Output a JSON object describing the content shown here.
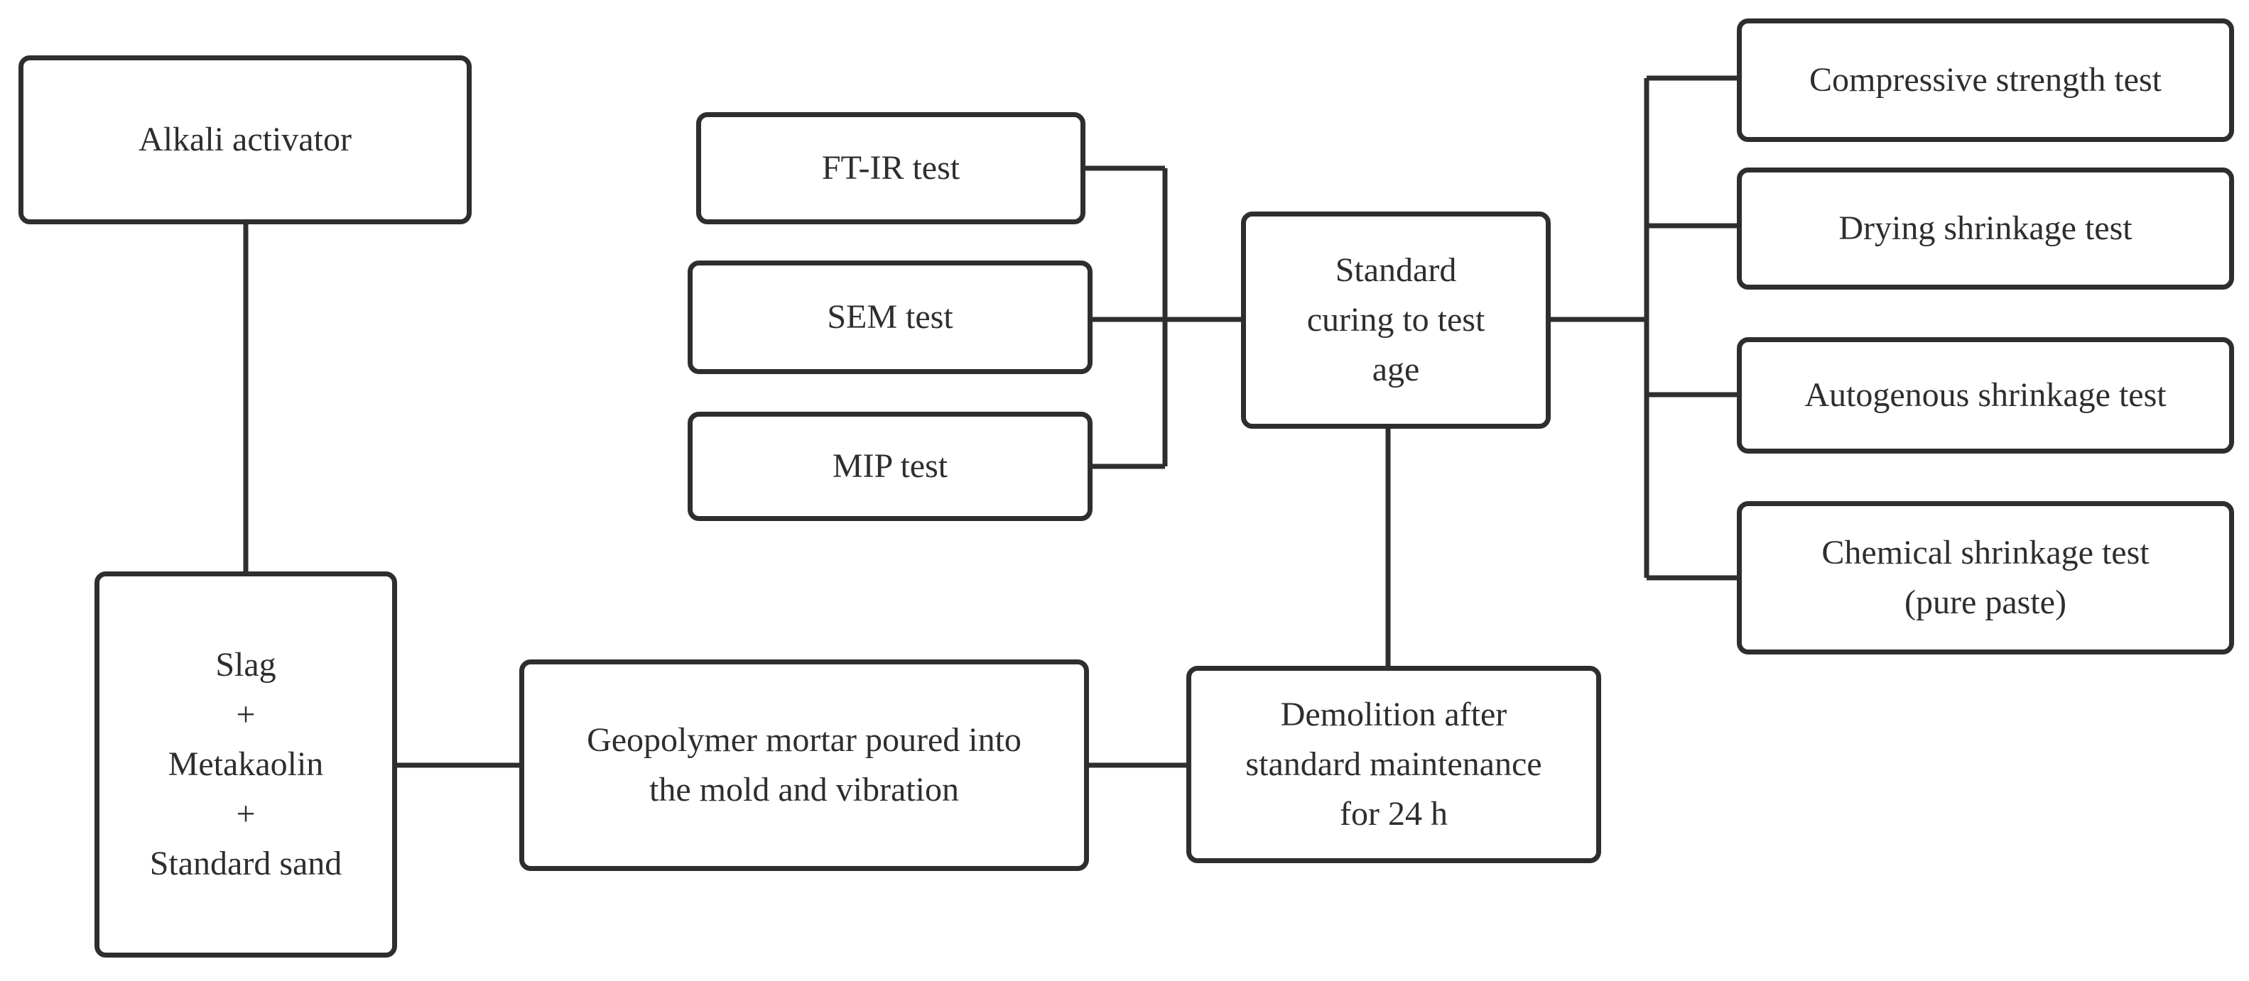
{
  "nodes": {
    "alkali_activator": "Alkali activator",
    "raw_materials": {
      "slag": "Slag",
      "plus_1": "+",
      "metakaolin": "Metakaolin",
      "plus_2": "+",
      "standard_sand": "Standard sand"
    },
    "mortar": {
      "line1": "Geopolymer mortar poured into",
      "line2": "the mold and vibration"
    },
    "demolition": {
      "line1": "Demolition after",
      "line2": "standard maintenance",
      "line3": "for 24 h"
    },
    "curing": {
      "line1": "Standard",
      "line2": "curing to test",
      "line3": "age"
    },
    "ftir_test": "FT-IR test",
    "sem_test": "SEM test",
    "mip_test": "MIP test",
    "compressive_test": "Compressive strength test",
    "drying_test": "Drying shrinkage test",
    "autogenous_test": "Autogenous shrinkage test",
    "chemical_test": {
      "line1": "Chemical shrinkage test",
      "line2": "(pure paste)"
    }
  },
  "edges": [
    [
      "alkali_activator",
      "raw_materials"
    ],
    [
      "raw_materials",
      "mortar"
    ],
    [
      "mortar",
      "demolition"
    ],
    [
      "demolition",
      "curing"
    ],
    [
      "curing",
      "ftir_test"
    ],
    [
      "curing",
      "sem_test"
    ],
    [
      "curing",
      "mip_test"
    ],
    [
      "curing",
      "compressive_test"
    ],
    [
      "curing",
      "drying_test"
    ],
    [
      "curing",
      "autogenous_test"
    ],
    [
      "curing",
      "chemical_test"
    ]
  ],
  "colors": {
    "line": "#2e2e2e",
    "text": "#2e2e2e",
    "background": "#ffffff"
  }
}
